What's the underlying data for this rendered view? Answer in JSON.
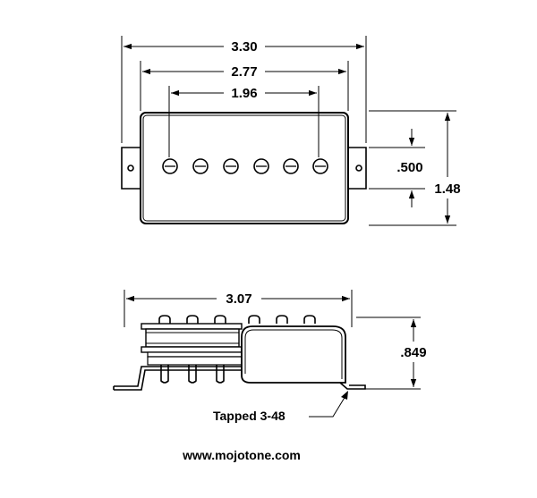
{
  "top_view": {
    "dims": {
      "overall_length": "3.30",
      "cover_length": "2.77",
      "pole_spacing": "1.96",
      "mount_tab_height": ".500",
      "overall_width": "1.48"
    },
    "pole_count": 6
  },
  "side_view": {
    "dims": {
      "base_length": "3.07",
      "height": ".849"
    },
    "note": "Tapped 3-48"
  },
  "footer": {
    "website": "www.mojotone.com"
  },
  "colors": {
    "line": "#000000",
    "background": "#ffffff"
  }
}
